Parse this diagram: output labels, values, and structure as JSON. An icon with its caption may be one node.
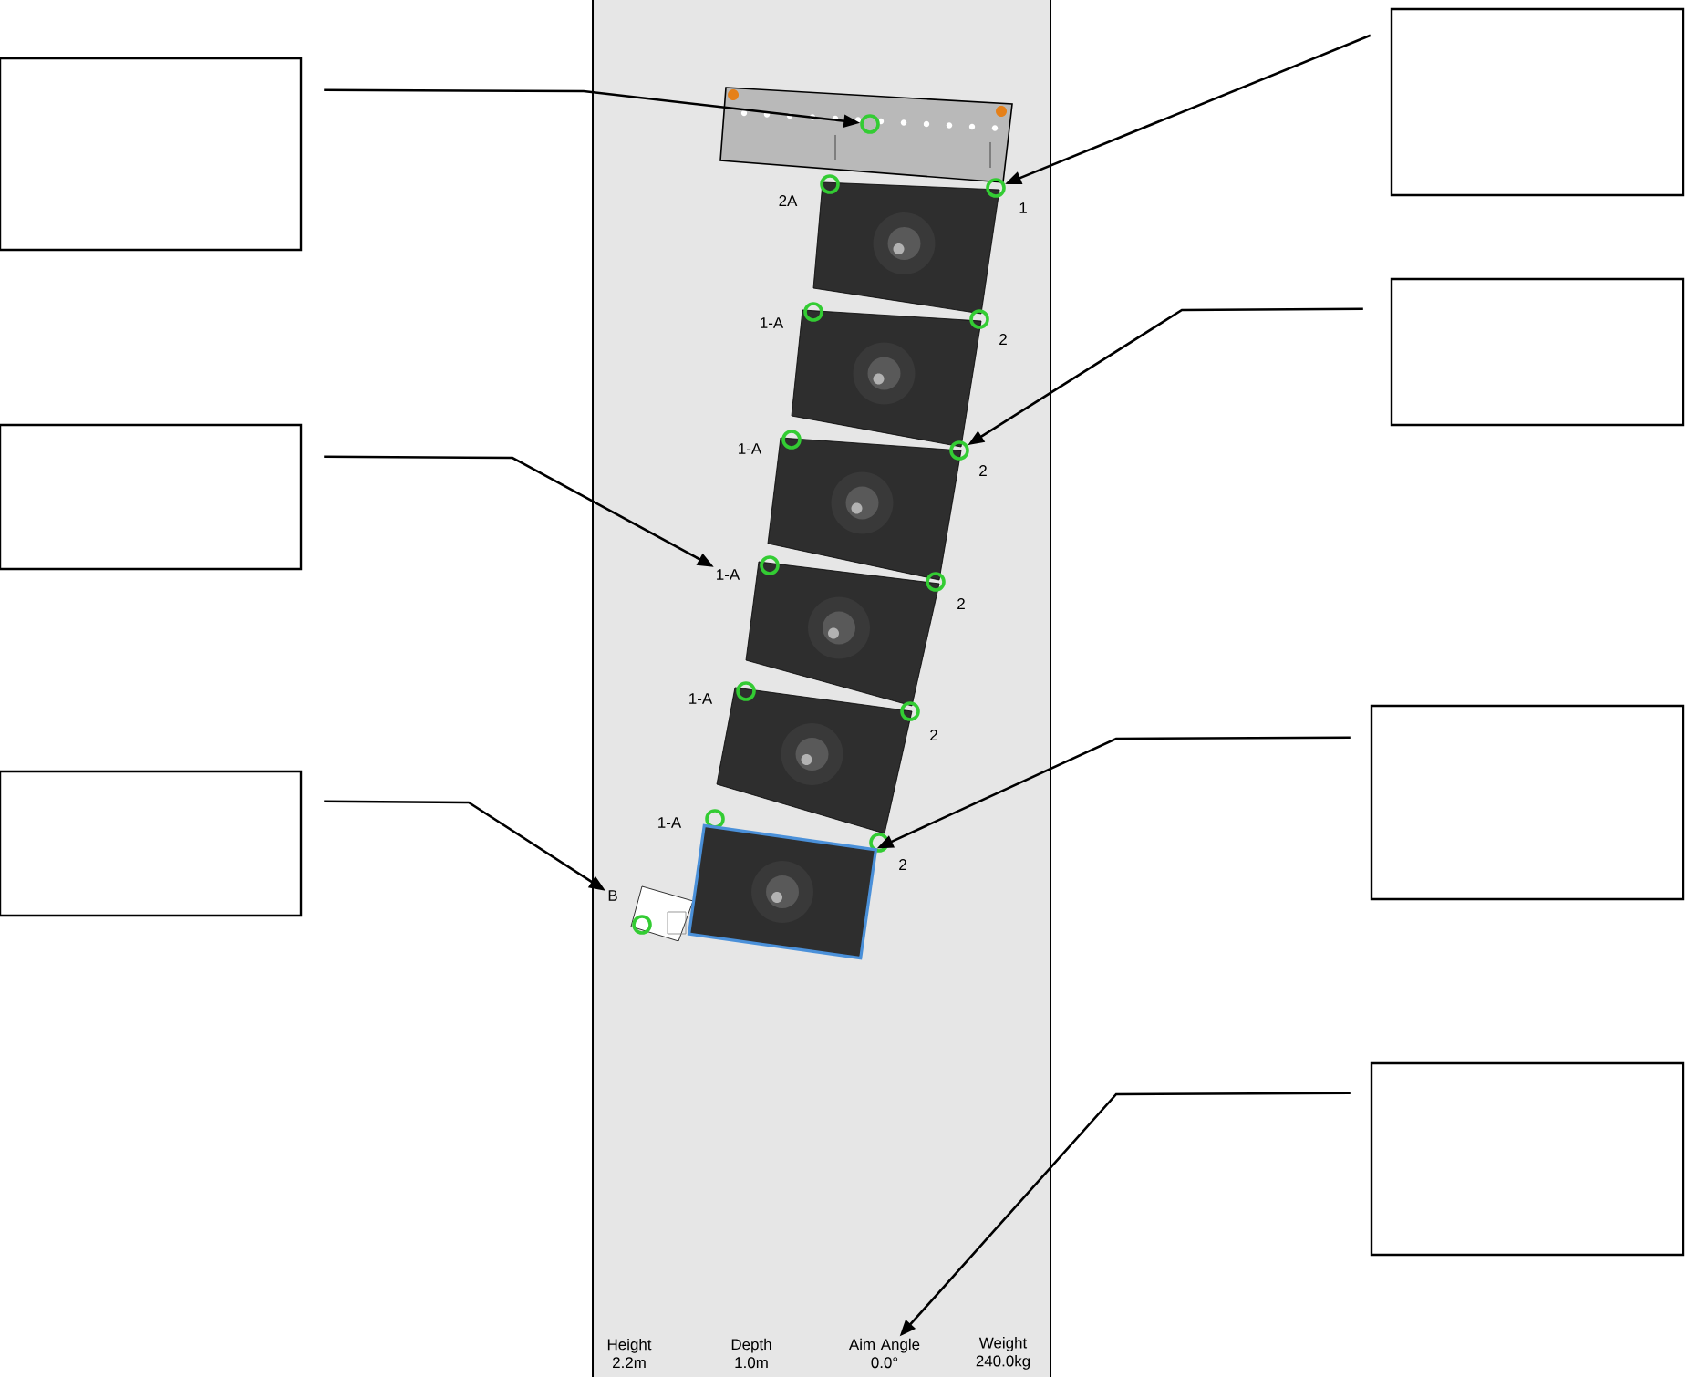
{
  "diagram": {
    "nodes": [
      {
        "text": [],
        "shape": "box"
      },
      {
        "text": [],
        "shape": "box"
      },
      {
        "text": [],
        "shape": "box"
      },
      {
        "text": [],
        "shape": "box"
      },
      {
        "text": [],
        "shape": "box"
      },
      {
        "text": [],
        "shape": "box"
      },
      {
        "text": [],
        "shape": "box"
      },
      {
        "text": [],
        "shape": "circle"
      },
      {
        "text": [],
        "shape": "circle"
      },
      {
        "text": [],
        "shape": "circle"
      },
      {
        "text": [
          "1-A"
        ]
      },
      {
        "text": [
          "B"
        ]
      },
      {
        "text": [],
        "shape": "box"
      },
      {
        "text": [
          "Aim Angle 0.0°"
        ]
      }
    ],
    "edges": [
      {
        "from": 0,
        "to": 7,
        "arrow": "to"
      },
      {
        "from": 1,
        "to": 8,
        "arrow": "to"
      },
      {
        "from": 2,
        "to": 9,
        "arrow": "to"
      },
      {
        "from": 3,
        "to": 10,
        "arrow": "to"
      },
      {
        "from": 4,
        "to": 12,
        "arrow": "to"
      },
      {
        "from": 5,
        "to": 11,
        "arrow": "to"
      },
      {
        "from": 6,
        "to": 13,
        "arrow": "to"
      }
    ],
    "labels": [
      "2A",
      "1",
      "1-A",
      "2",
      "1-A",
      "2",
      "2",
      "1-A",
      "2",
      "1-A",
      "2",
      "Height 2.2m",
      "Depth 1.0m",
      "Weight 240.0kg"
    ]
  }
}
